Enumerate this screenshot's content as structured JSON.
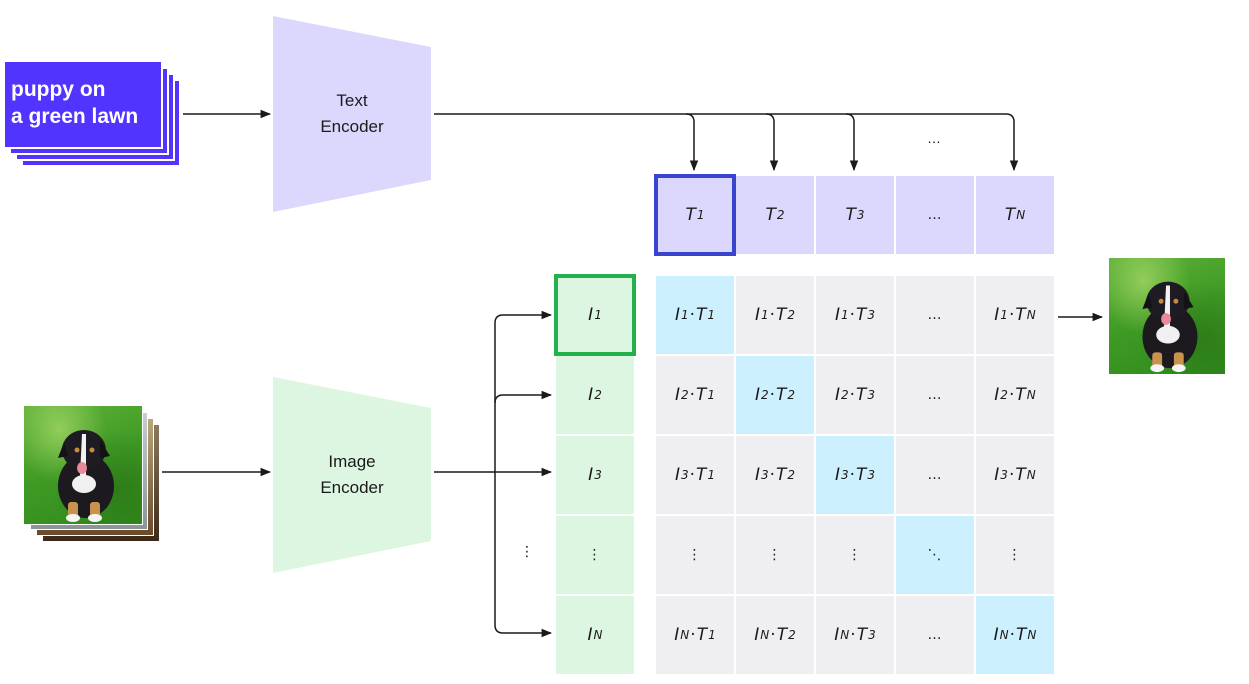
{
  "title": "Contrastive language-image pre-training diagram",
  "text_input": {
    "caption": "puppy on\na green lawn",
    "color": "#5135ff"
  },
  "image_input": {
    "description": "puppy sitting on green grass",
    "icon": "puppy-photo"
  },
  "text_encoder": {
    "label": "Text\nEncoder",
    "color": "#dcd8fd"
  },
  "image_encoder": {
    "label": "Image\nEncoder",
    "color": "#dcf6e2"
  },
  "text_embeddings": [
    {
      "base": "T",
      "sub": "1",
      "highlighted": true
    },
    {
      "base": "T",
      "sub": "2",
      "highlighted": false
    },
    {
      "base": "T",
      "sub": "3",
      "highlighted": false
    },
    {
      "base": "…",
      "sub": "",
      "highlighted": false
    },
    {
      "base": "T",
      "sub": "N",
      "highlighted": false
    }
  ],
  "text_arrows_ellipsis": "…",
  "image_embeddings": [
    {
      "base": "I",
      "sub": "1",
      "highlighted": true
    },
    {
      "base": "I",
      "sub": "2",
      "highlighted": false
    },
    {
      "base": "I",
      "sub": "3",
      "highlighted": false
    },
    {
      "base": "⋮",
      "sub": "",
      "highlighted": false
    },
    {
      "base": "I",
      "sub": "N",
      "highlighted": false
    }
  ],
  "image_arrows_ellipsis": "⋮",
  "matrix": {
    "row_subs": [
      "1",
      "2",
      "3",
      "⋮",
      "N"
    ],
    "col_subs": [
      "1",
      "2",
      "3",
      "…",
      "N"
    ],
    "ellipsis_h": "…",
    "ellipsis_v": "⋮",
    "ellipsis_diag": "⋱",
    "diagonal_color": "#ccf0fd",
    "offdiag_color": "#efeff1"
  },
  "output": {
    "description": "predicted image for I1·TN row",
    "icon": "puppy-photo"
  },
  "colors": {
    "highlight_text": "#3b44cd",
    "highlight_image": "#22b14c",
    "arrow": "#1a1a1a"
  }
}
